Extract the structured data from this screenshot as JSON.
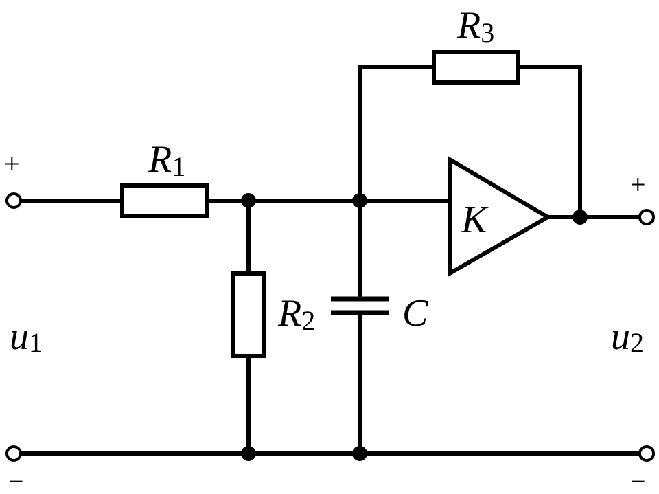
{
  "labels": {
    "r1": {
      "main": "R",
      "sub": "1"
    },
    "r2": {
      "main": "R",
      "sub": "2"
    },
    "r3": {
      "main": "R",
      "sub": "3"
    },
    "c": "C",
    "k": "K",
    "u1": {
      "main": "u",
      "sub": "1"
    },
    "u2": {
      "main": "u",
      "sub": "2"
    }
  },
  "signs": {
    "input_plus": "+",
    "input_minus": "−",
    "output_plus": "+",
    "output_minus": "−"
  }
}
